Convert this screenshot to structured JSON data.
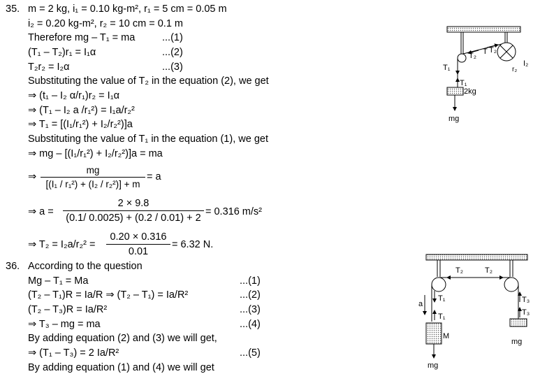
{
  "p35": {
    "num": "35.",
    "l1": "m = 2 kg, i₁ = 0.10 kg-m², r₁ = 5 cm = 0.05 m",
    "l2": "i₂ = 0.20 kg-m², r₂ = 10 cm = 0.1 m",
    "l3": "Therefore mg – T₁ = ma",
    "l3n": "...(1)",
    "l4": "(T₁ – T₂)r₁ = I₁α",
    "l4n": "...(2)",
    "l5": "T₂r₂ = I₂α",
    "l5n": "...(3)",
    "l6": "Substituting the value of T₂ in the equation (2), we get",
    "l7": "⇒ (t₁ – I₂ α/r₁)r₂ = I₁α",
    "l8": "⇒ (T₁ – I₂ a /r₁²) = I₁a/r₂²",
    "l9": "⇒ T₁ = [(I₁/r₁²) + I₂/r₂²)]a",
    "l10": "Substituting the value of T₁ in the equation (1), we get",
    "l11": "⇒ mg – [(I₁/r₁²) + I₂/r₂²)]a = ma",
    "f1_pre": "⇒",
    "f1_num": "mg",
    "f1_den": "[(I₁ / r₁²) + (I₂ / r₂²)] + m",
    "f1_post": "= a",
    "f2_pre": "⇒ a =",
    "f2_num": "2 × 9.8",
    "f2_den": "(0.1/ 0.0025) + (0.2 / 0.01) + 2",
    "f2_post": "= 0.316 m/s²",
    "f3_pre": "⇒ T₂ = I₂a/r₂² =",
    "f3_num": "0.20 × 0.316",
    "f3_den": "0.01",
    "f3_post": "= 6.32 N."
  },
  "p36": {
    "num": "36.",
    "l1": "According to the question",
    "l2": "Mg – T₁ = Ma",
    "l2n": "...(1)",
    "l3": "(T₂ – T₁)R = Ia/R ⇒ (T₂ – T₁) = Ia/R²",
    "l3n": "...(2)",
    "l4": "(T₂ – T₃)R = Ia/R²",
    "l4n": "...(3)",
    "l5": "⇒ T₃ – mg = ma",
    "l5n": "...(4)",
    "l6": "By adding equation (2) and (3) we will get,",
    "l7": "⇒ (T₁ – T₃) = 2 Ia/R²",
    "l7n": "...(5)",
    "l8": "By adding equation (1) and (4) we will get"
  },
  "fig1": {
    "T1": "T₁",
    "T2a": "T₂",
    "T": "T",
    "T2b": "T₂",
    "I2": "I₂",
    "r2": "r₂",
    "T1b": "T₁",
    "mass": "2kg",
    "mg": "mg"
  },
  "fig2": {
    "T2a": "T₂",
    "T2b": "T₂",
    "a": "a",
    "T1a": "T₁",
    "T1b": "T₁",
    "M": "M",
    "mg1": "mg",
    "T3a": "T₃",
    "T3b": "T₃",
    "mg2": "mg"
  }
}
